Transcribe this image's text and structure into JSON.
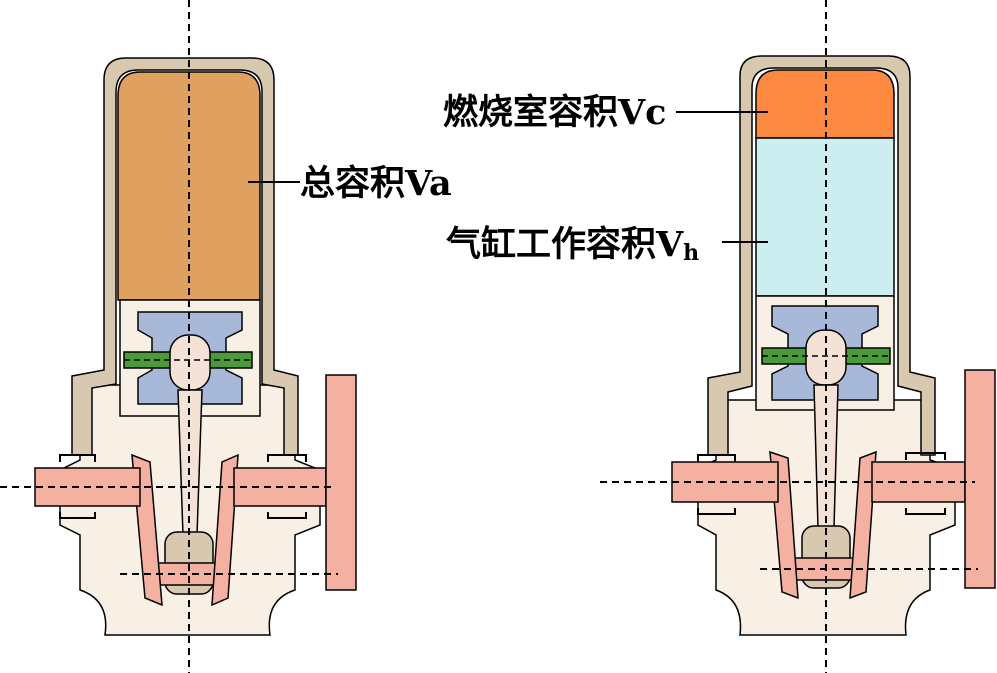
{
  "labels": {
    "total_volume": {
      "cn": "总容积",
      "en": "Va"
    },
    "combustion_chamber_volume": {
      "cn": "燃烧室容积",
      "en": "Vc"
    },
    "working_volume": {
      "cn": "气缸工作容积",
      "en": "V",
      "subscript": "h"
    }
  },
  "colors": {
    "cylinder_wall": "#d8c8b0",
    "total_volume_fill": "#e0a060",
    "combustion_fill": "#fb8a40",
    "working_fill": "#cdeef0",
    "piston": "#a8b8d8",
    "piston_pin": "#4a9a3a",
    "crank_parts": "#f4b0a0",
    "connecting_rod": "#f4e2d6",
    "rod_bearing": "#d8c8b0",
    "crankcase": "#f8f0e4",
    "outline": "#000000"
  }
}
